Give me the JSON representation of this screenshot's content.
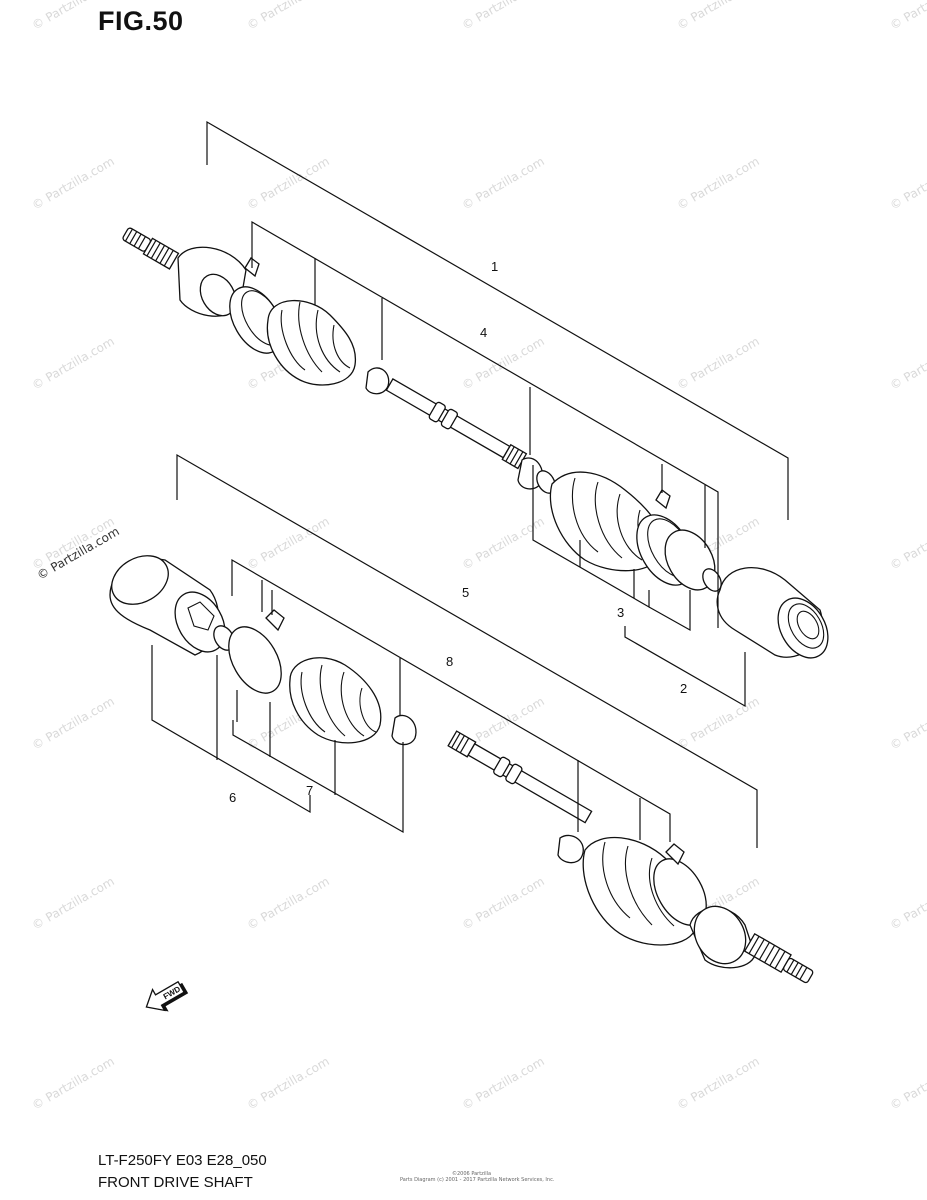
{
  "figure": {
    "title": "FIG.50",
    "model_code": "LT-F250FY E03 E28_050",
    "part_name": "FRONT DRIVE SHAFT",
    "small_print_1": "©2006 Partzilla",
    "small_print_2": "Parts Diagram (c) 2001 - 2017 Partzilla Network Services, Inc."
  },
  "watermarks": {
    "text": "© Partzilla.com",
    "prominent_text": "© Partzilla.com"
  },
  "callouts": [
    "1",
    "2",
    "3",
    "4",
    "5",
    "6",
    "7",
    "8"
  ],
  "arrow_label": "FWD",
  "icons": {
    "direction": "fwd-arrow-icon"
  }
}
